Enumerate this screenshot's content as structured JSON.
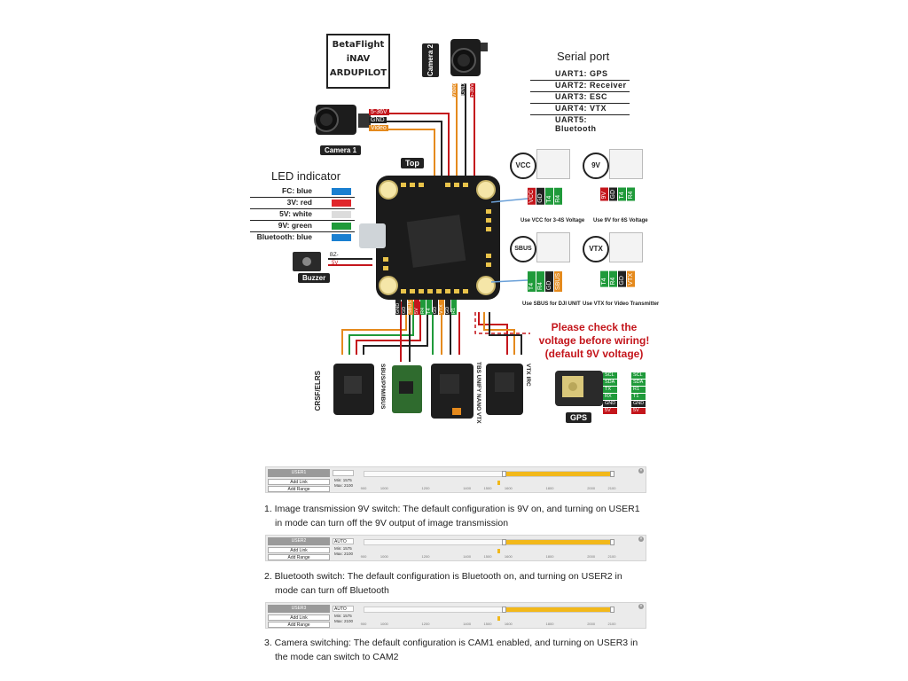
{
  "firmware": [
    "BetaFlight",
    "iNAV",
    "ARDUPILOT"
  ],
  "camera1": {
    "label": "Camera 1",
    "pins": [
      "5-36V",
      "GND",
      "Video"
    ]
  },
  "camera2": {
    "label": "Camera 2",
    "pins": [
      "Video",
      "GND",
      "5-36V"
    ]
  },
  "board": {
    "top_label": "Top",
    "bottom_pads": [
      "GND",
      "GD",
      "SBUS",
      "5V",
      "R4",
      "T4",
      "GD",
      "VTX",
      "GD",
      "R1"
    ]
  },
  "serial": {
    "title": "Serial port",
    "rows": [
      "UART1:  GPS",
      "UART2:  Receiver",
      "UART3:  ESC",
      "UART4:  VTX",
      "UART5:  Bluetooth"
    ]
  },
  "led": {
    "title": "LED indicator",
    "rows": [
      {
        "label": "FC:  blue",
        "color": "#1a7fd0"
      },
      {
        "label": "3V:  red",
        "color": "#e0262b"
      },
      {
        "label": "5V:  white",
        "color": "#dcdcdc"
      },
      {
        "label": "9V:  green",
        "color": "#1f9a3a"
      },
      {
        "label": "Bluetooth:  blue",
        "color": "#1a7fd0"
      }
    ]
  },
  "buzzer": {
    "label": "Buzzer",
    "pins": [
      "BZ-",
      "5V"
    ]
  },
  "connectors": {
    "vcc": {
      "badge": "VCC",
      "pins": [
        "VCC",
        "GD",
        "T4",
        "R4"
      ],
      "note": "Use VCC for 3-4S Voltage"
    },
    "v9": {
      "badge": "9V",
      "pins": [
        "9V",
        "GD",
        "T4",
        "R4"
      ],
      "note": "Use 9V for 6S Voltage"
    },
    "sbus": {
      "badge": "SBUS",
      "pins": [
        "T4",
        "R4",
        "GD",
        "SBUS"
      ],
      "note": "Use SBUS for DJI UNIT"
    },
    "vtx": {
      "badge": "VTX",
      "pins": [
        "T4",
        "R4",
        "GD",
        "VTX"
      ],
      "note": "Use VTX for Video Transmitter"
    }
  },
  "warning": [
    "Please check the",
    "voltage before wiring!",
    "(default 9V voltage)"
  ],
  "devices": {
    "crsf": "CRSF/ELRS",
    "sbus_rx": "SBUS/PPM/IBUS",
    "tbs": "TBS UNIFY NANO VTX",
    "vtx_irc": "VTX IRC",
    "gps": "GPS",
    "gps_pins": [
      "SCL",
      "SDA",
      "TX",
      "RX",
      "GND",
      "5V"
    ],
    "gps_fc_pins": [
      "SCL",
      "SDA",
      "R1",
      "T1",
      "GND",
      "5V"
    ]
  },
  "modes": [
    {
      "name": "USER1",
      "select": "",
      "min": "Min: 1575",
      "max": "Max: 2100",
      "range_from": 1575,
      "range_to": 2100,
      "marker": 1550,
      "ticks": [
        "900",
        "1000",
        "1200",
        "1400",
        "1500",
        "1600",
        "1800",
        "2000",
        "2100"
      ],
      "caption": [
        "1. Image transmission 9V switch: The default configuration is 9V on, and turning on USER1",
        "in mode can turn off the 9V output of image transmission"
      ]
    },
    {
      "name": "USER2",
      "select": "AUTO",
      "min": "Min: 1575",
      "max": "Max: 2100",
      "range_from": 1575,
      "range_to": 2100,
      "marker": 1550,
      "ticks": [
        "900",
        "1000",
        "1200",
        "1400",
        "1500",
        "1600",
        "1800",
        "2000",
        "2100"
      ],
      "caption": [
        "2. Bluetooth switch: The default configuration is Bluetooth on, and turning on USER2 in",
        "mode can turn off Bluetooth"
      ]
    },
    {
      "name": "USER3",
      "select": "AUTO",
      "min": "Min: 1575",
      "max": "Max: 2100",
      "range_from": 1575,
      "range_to": 2100,
      "marker": 1550,
      "ticks": [
        "900",
        "1000",
        "1200",
        "1400",
        "1500",
        "1600",
        "1800",
        "2000",
        "2100"
      ],
      "caption": [
        "3. Camera switching: The default configuration is CAM1 enabled, and turning on USER3 in",
        "the mode can switch to CAM2"
      ]
    }
  ],
  "mode_buttons": {
    "add_link": "Add Link",
    "add_range": "Add Range"
  }
}
